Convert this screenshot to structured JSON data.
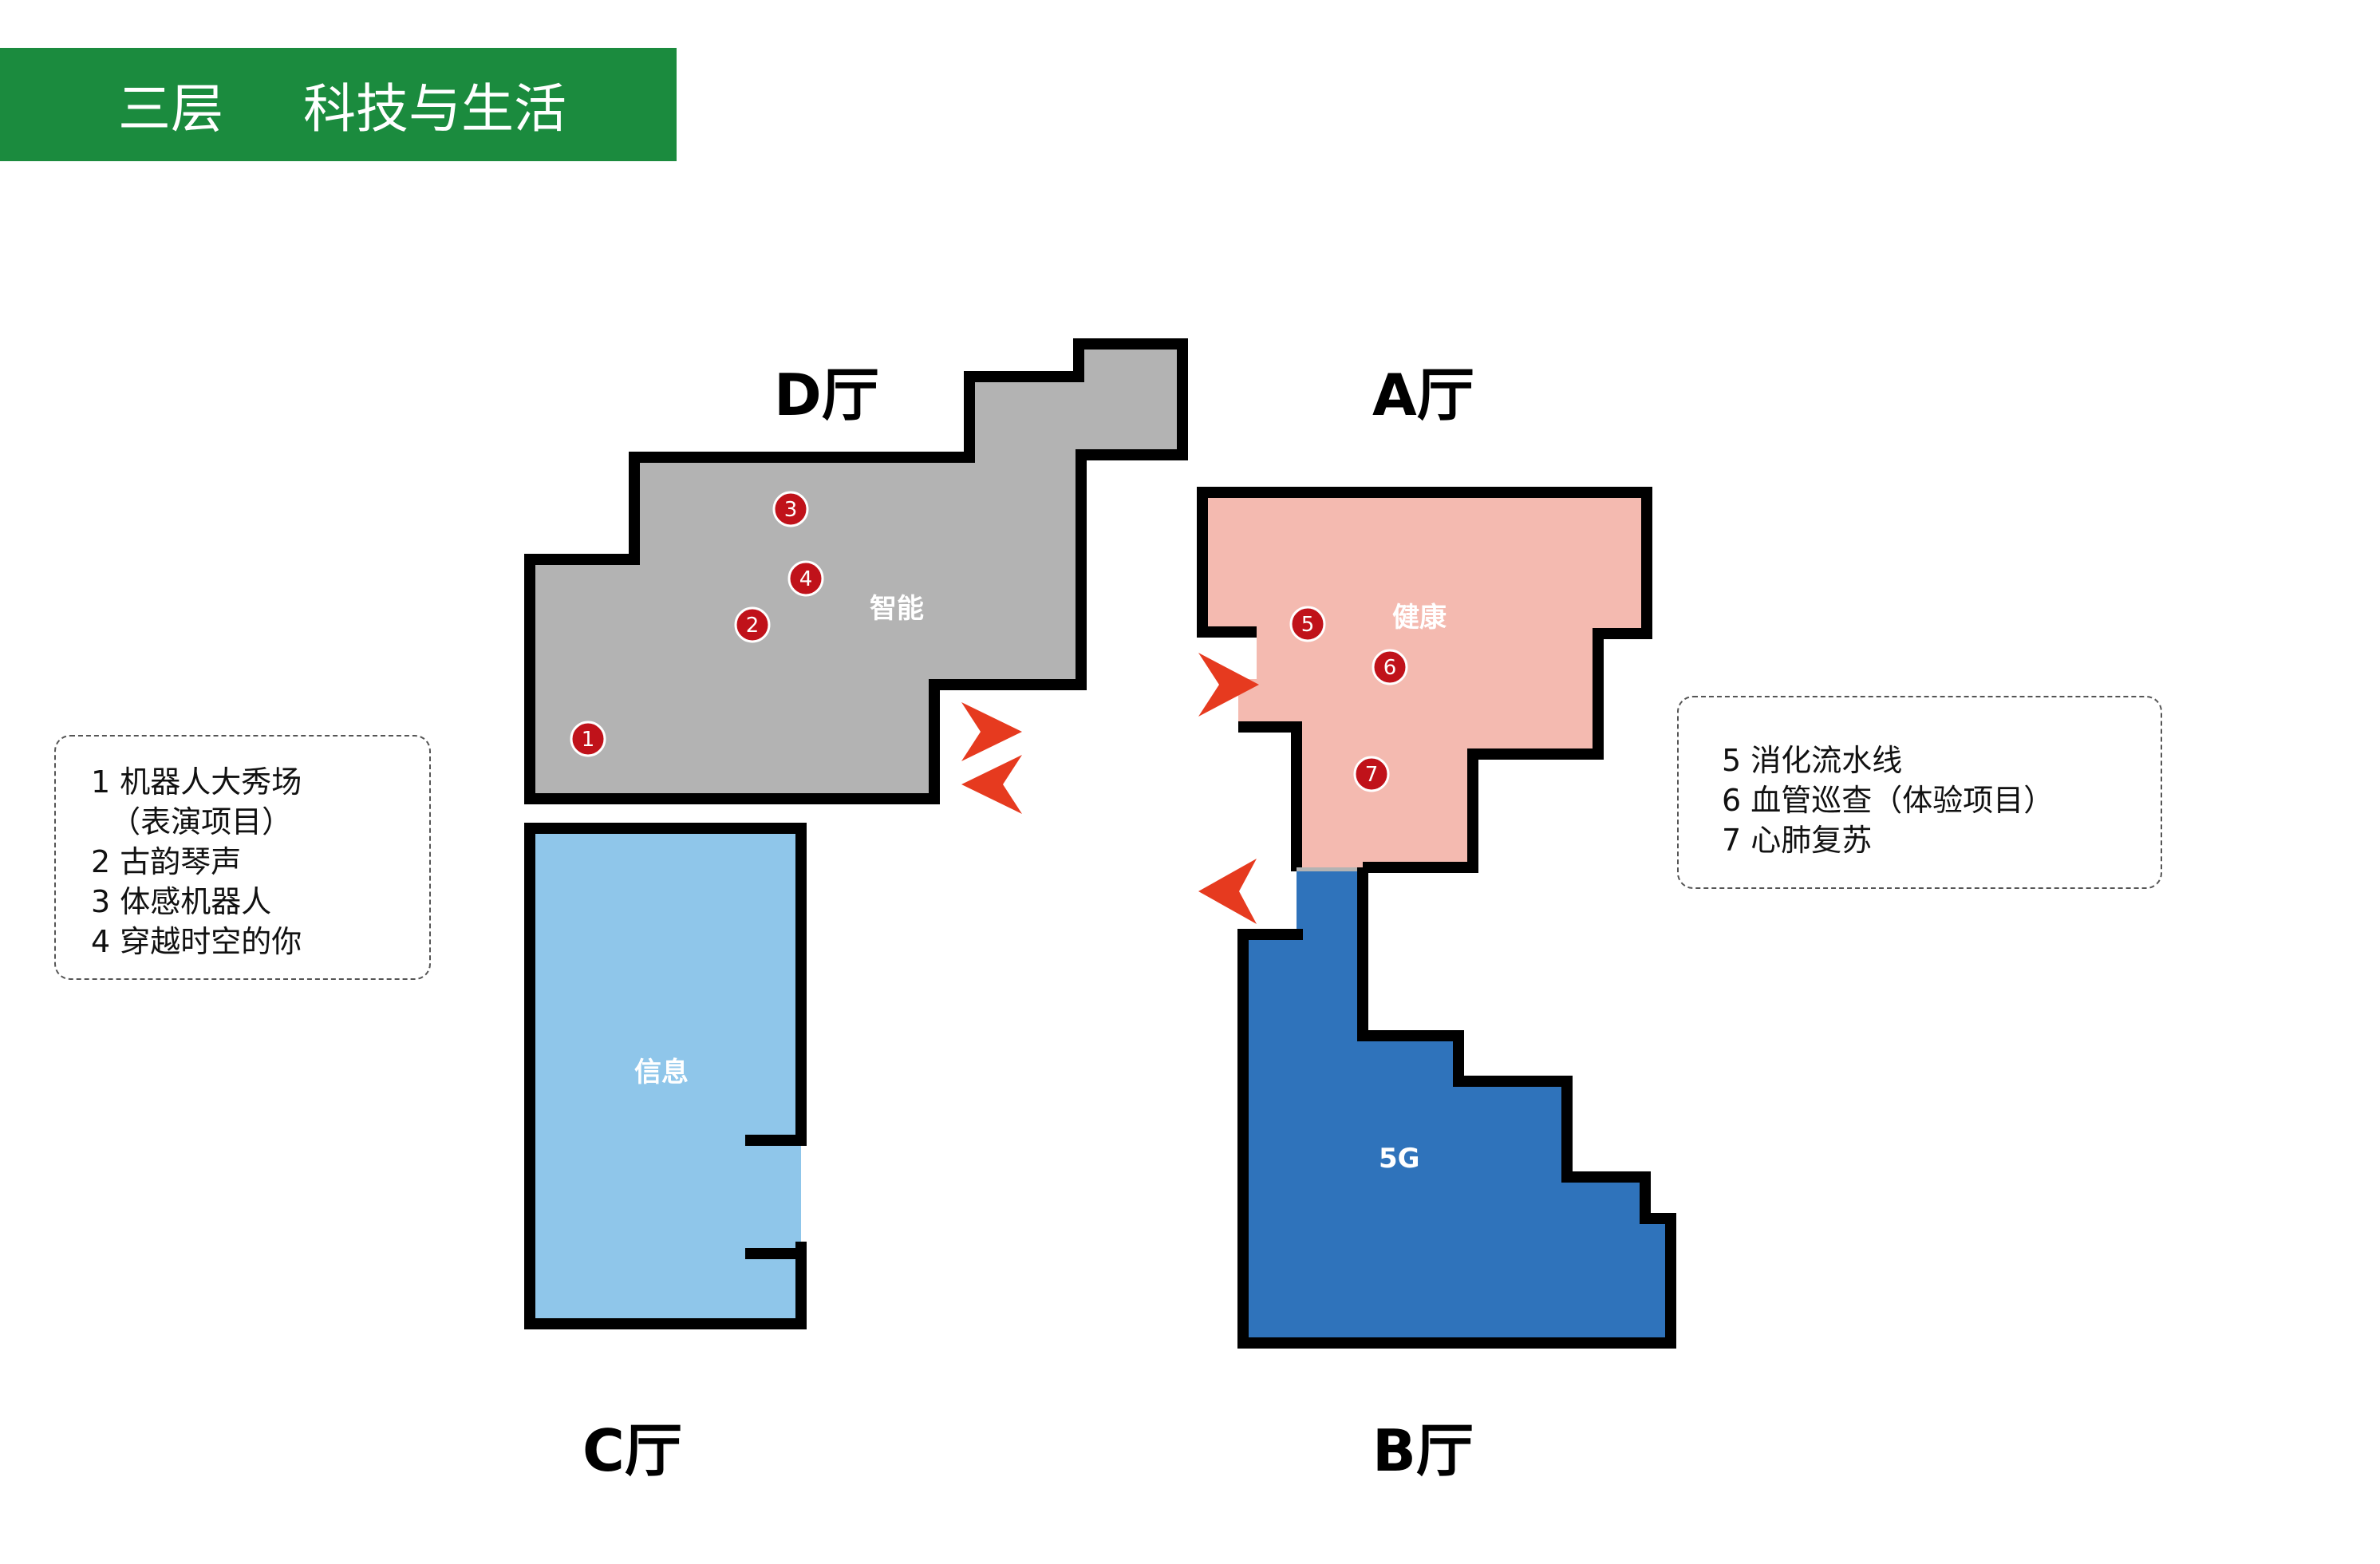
{
  "header": {
    "floor": "三层",
    "theme": "科技与生活",
    "color": "#1b8b3e"
  },
  "halls": {
    "d": "D厅",
    "a": "A厅",
    "c": "C厅",
    "b": "B厅"
  },
  "zones": {
    "smart": {
      "label": "智能",
      "color": "#b3b3b3"
    },
    "health": {
      "label": "健康",
      "color": "#f4bab0"
    },
    "info": {
      "label": "信息",
      "color": "#8fc6ea"
    },
    "5g": {
      "label": "5G",
      "color": "#2f73bb"
    },
    "corridor": {
      "color": "#b3b3b3"
    }
  },
  "markers": {
    "m1": "1",
    "m2": "2",
    "m3": "3",
    "m4": "4",
    "m5": "5",
    "m6": "6",
    "m7": "7",
    "color": "#c0121a"
  },
  "arrows": {
    "color": "#e63a1f"
  },
  "legend_left": {
    "items": [
      "1 机器人大秀场",
      "  （表演项目）",
      "2 古韵琴声",
      "3 体感机器人",
      "4 穿越时空的你"
    ]
  },
  "legend_right": {
    "items": [
      "5 消化流水线",
      "6 血管巡查（体验项目）",
      "7 心肺复苏"
    ]
  }
}
